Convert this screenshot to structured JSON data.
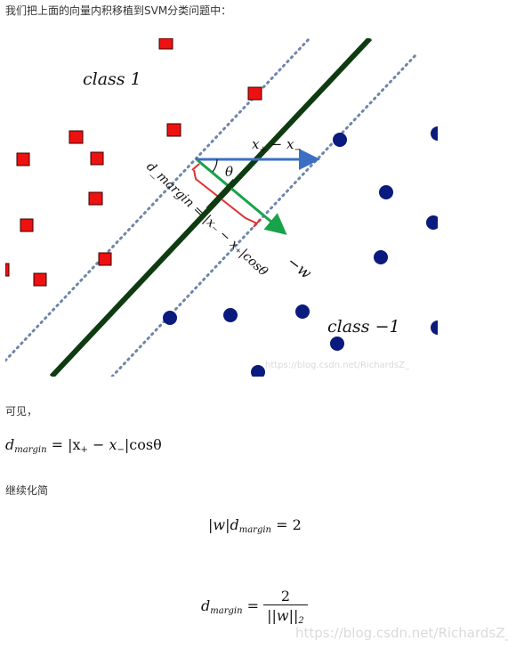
{
  "intro": "我们把上面的向量内积移植到SVM分类问题中：",
  "figure": {
    "class1_label": "class 1",
    "class_neg1_label": "class −1",
    "vec_label_x": "x",
    "vec_label_sub1": "+",
    "vec_label_mid": " − x",
    "vec_label_sub2": "−",
    "theta": "θ",
    "neg_w": "−w",
    "dmargin_label": "d_margin = |x₋ − x₊|cosθ",
    "watermark": "https://blog.csdn.net/RichardsZ_",
    "colors": {
      "square": "#ee1111",
      "circle": "#0b1a7d",
      "hyperplane": "#0e3b10",
      "vector_blue": "#3b6fc4",
      "vector_green": "#18a34a",
      "bracket": "#e03030",
      "dots": "#6f86a8"
    }
  },
  "keyi": "可见，",
  "eq1": {
    "d": "d",
    "d_sub": "margin",
    "rhs": " = |x",
    "s1": "+",
    "mid": " − x",
    "s2": "−",
    "tail": "|cosθ"
  },
  "simplify": "继续化简",
  "eq2": {
    "lhs": "|w|d",
    "sub": "margin",
    "rhs": " = 2"
  },
  "eq3": {
    "d": "d",
    "sub": "margin",
    "eq": " = ",
    "num": "2",
    "den": "||w||",
    "den_sub": "2"
  },
  "watermark_bottom": "https://blog.csdn.net/RichardsZ_"
}
